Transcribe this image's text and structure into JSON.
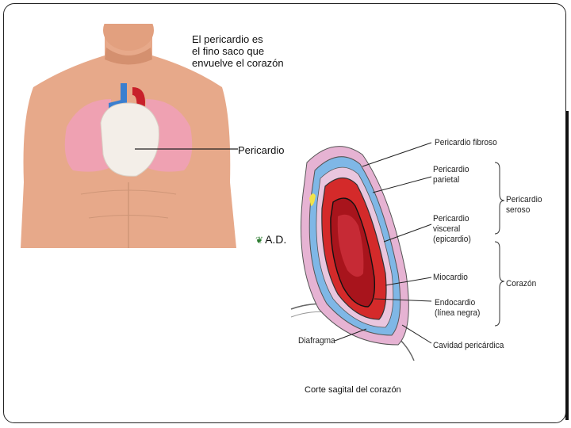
{
  "caption": "El pericardio es\nel fino saco que\nenvuelve el corazón",
  "pericardio_label": "Pericardio",
  "logo": "A.D.",
  "labels": {
    "pericardio_fibroso": "Pericardio fibroso",
    "pericardio_parietal": "Pericardio\nparietal",
    "pericardio_seroso": "Pericardio seroso",
    "pericardio_visceral": "Pericardio\nvisceral\n(epicardio)",
    "miocardio": "Miocardio",
    "corazon": "Corazón",
    "endocardio": "Endocardio\n(línea negra)",
    "diafragma": "Diafragma",
    "cavidad": "Cavidad pericárdica"
  },
  "diagram_title": "Corte sagital del corazón",
  "colors": {
    "pericardium": "#e6b3d3",
    "serous": "#7fb7e6",
    "myocardium": "#d42a2a",
    "skin": "#e7a98a",
    "lung": "#f0a0b8"
  }
}
